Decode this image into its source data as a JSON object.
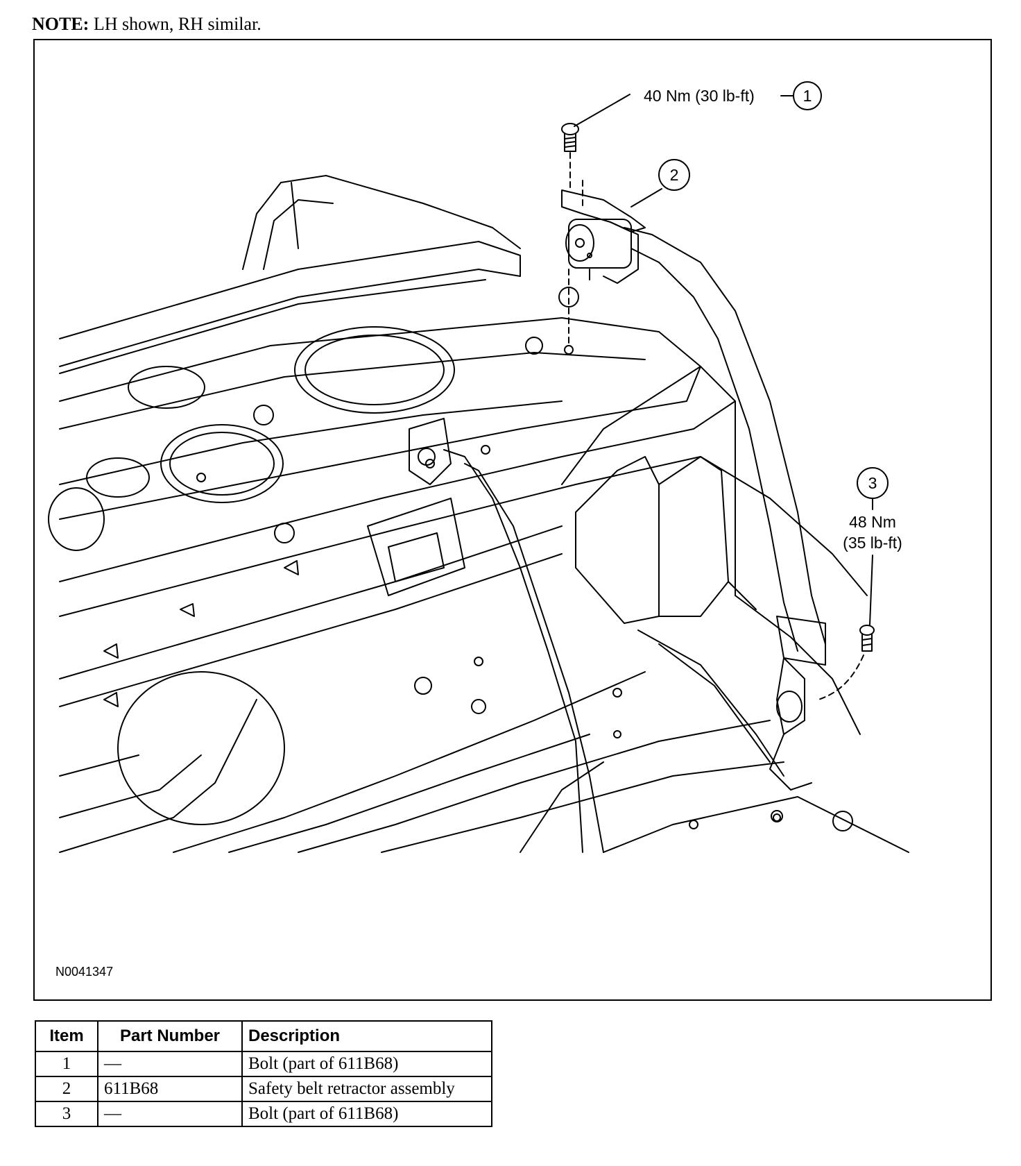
{
  "note": {
    "label": "NOTE:",
    "text": "LH shown, RH similar."
  },
  "figure": {
    "id": "N0041347",
    "callouts": [
      {
        "number": "1",
        "torque": "40 Nm (30 lb-ft)"
      },
      {
        "number": "2"
      },
      {
        "number": "3",
        "torque_line1": "48 Nm",
        "torque_line2": "(35 lb-ft)"
      }
    ]
  },
  "parts_table": {
    "headers": [
      "Item",
      "Part Number",
      "Description"
    ],
    "rows": [
      {
        "item": "1",
        "part_number": "—",
        "description": "Bolt (part of 611B68)"
      },
      {
        "item": "2",
        "part_number": "611B68",
        "description": "Safety belt retractor assembly"
      },
      {
        "item": "3",
        "part_number": "—",
        "description": "Bolt (part of 611B68)"
      }
    ]
  }
}
